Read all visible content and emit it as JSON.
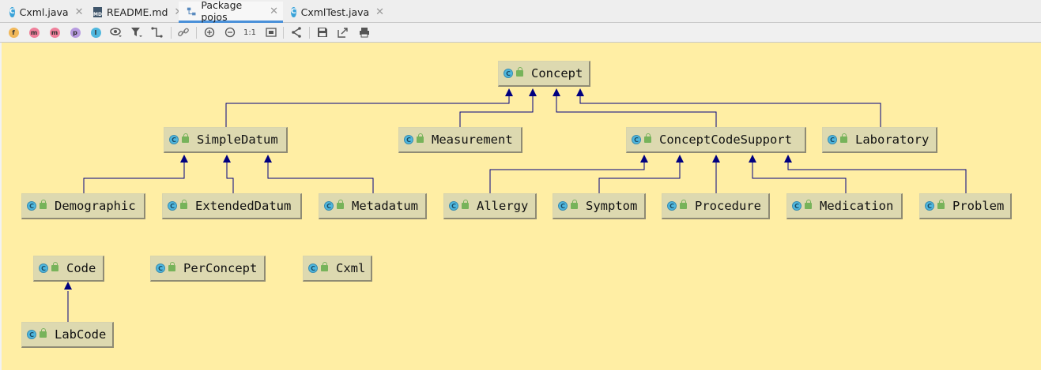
{
  "tabs": [
    {
      "label": "Cxml.java",
      "icon": "class-icon"
    },
    {
      "label": "README.md",
      "icon": "markdown-icon"
    },
    {
      "label": "Package pojos",
      "icon": "diagram-icon",
      "active": true
    },
    {
      "label": "CxmlTest.java",
      "icon": "class-icon"
    }
  ],
  "toolbar": {
    "field_label": "f",
    "constructor_label": "m",
    "method_label": "m",
    "property_label": "p",
    "inner_label": "I",
    "actual_size_label": "1:1"
  },
  "diagram": {
    "background": "#ffeea4",
    "node_fill": "#ddd9b0",
    "edge_color": "#000080",
    "nodes": {
      "concept": "Concept",
      "simpledatum": "SimpleDatum",
      "measurement": "Measurement",
      "conceptcodesupport": "ConceptCodeSupport",
      "laboratory": "Laboratory",
      "demographic": "Demographic",
      "extendeddatum": "ExtendedDatum",
      "metadatum": "Metadatum",
      "allergy": "Allergy",
      "symptom": "Symptom",
      "procedure": "Procedure",
      "medication": "Medication",
      "problem": "Problem",
      "code": "Code",
      "perconcept": "PerConcept",
      "cxml": "Cxml",
      "labcode": "LabCode"
    },
    "class_glyph": "C"
  }
}
